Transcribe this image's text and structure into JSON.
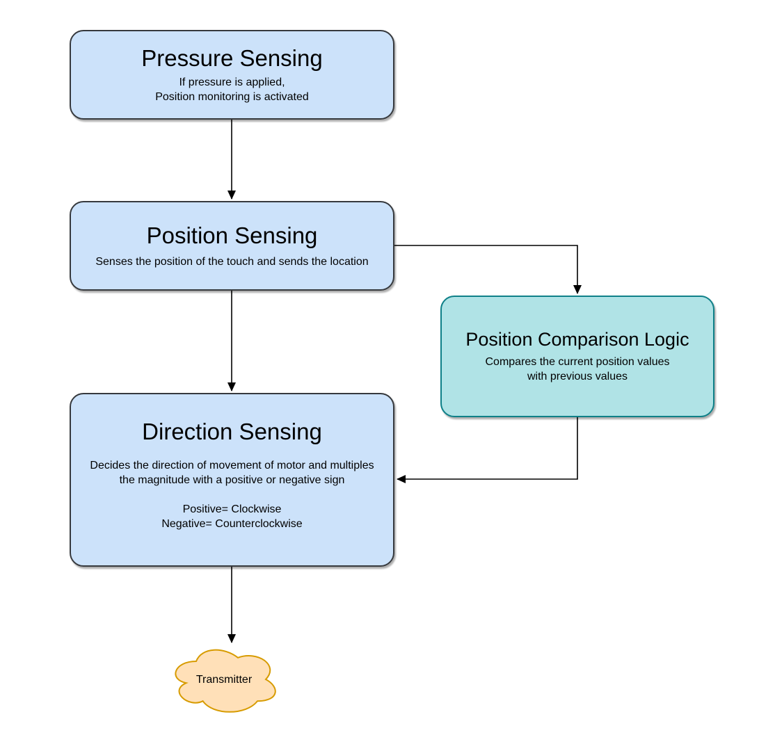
{
  "page": {
    "background": "#ffffff"
  },
  "diagram": {
    "edge_color": "#000000",
    "nodes": {
      "pressure_sensing": {
        "title": "Pressure Sensing",
        "lines": [
          "If pressure is applied,",
          "Position monitoring is activated"
        ],
        "fill": "#cce2fa",
        "stroke": "#36393d"
      },
      "position_sensing": {
        "title": "Position Sensing",
        "lines": [
          "Senses the position of the touch and sends the location"
        ],
        "fill": "#cce2fa",
        "stroke": "#36393d"
      },
      "position_comparison_logic": {
        "title": "Position Comparison Logic",
        "lines": [
          "Compares the current position values",
          "with previous values"
        ],
        "fill": "#b0e3e6",
        "stroke": "#0e8088"
      },
      "direction_sensing": {
        "title": "Direction Sensing",
        "body": [
          "Decides the direction of movement of motor and multiples",
          "the magnitude with a positive or negative sign"
        ],
        "rules": [
          "Positive= Clockwise",
          "Negative= Counterclockwise"
        ],
        "fill": "#cce2fa",
        "stroke": "#36393d"
      },
      "transmitter": {
        "label": "Transmitter",
        "fill": "#ffe0b8",
        "stroke": "#d79b00"
      }
    },
    "edges": [
      {
        "from": "pressure_sensing",
        "to": "position_sensing"
      },
      {
        "from": "position_sensing",
        "to": "position_comparison_logic"
      },
      {
        "from": "position_sensing",
        "to": "direction_sensing"
      },
      {
        "from": "position_comparison_logic",
        "to": "direction_sensing"
      },
      {
        "from": "direction_sensing",
        "to": "transmitter"
      }
    ]
  }
}
